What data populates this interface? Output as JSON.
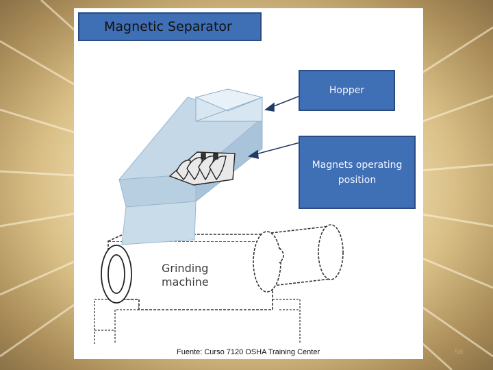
{
  "title": "Magnetic Separator",
  "labels": {
    "hopper": "Hopper",
    "magnets": "Magnets operating position",
    "machine": "Grinding machine"
  },
  "caption": "Fuente: Curso 7120 OSHA Training Center",
  "slide_number": "58",
  "colors": {
    "callout_fill": "#3f6fb5",
    "hopper_fill": "#c9dcea",
    "background": "#f3e2b8"
  }
}
